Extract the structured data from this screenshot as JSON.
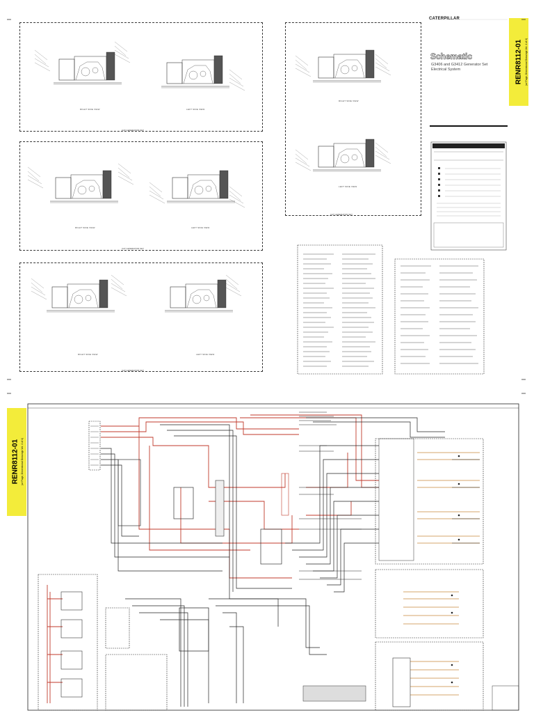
{
  "brand": {
    "logo_text": "CATERPILLAR"
  },
  "doc": {
    "number": "RENR8112-01",
    "subtitle": "(w/ Page, Dimensional Drawings Vol. 4 of 4)",
    "title": "Schematic",
    "subtitle_line1": "G3406 and G3412 Generator Set",
    "subtitle_line2": "Electrical System"
  },
  "views": {
    "right_side": "RIGHT SIDE VIEW",
    "left_side": "LEFT SIDE VIEW",
    "package_caption": "CAT GENERATOR SET"
  },
  "colors": {
    "tab_yellow": "#f3ec3a",
    "wire_red": "#c0392b",
    "wire_black": "#222222",
    "wire_orange": "#c9873a",
    "line_gray": "#555555"
  },
  "icons": [
    "engine-drawing-icon",
    "wiring-schematic-icon"
  ]
}
